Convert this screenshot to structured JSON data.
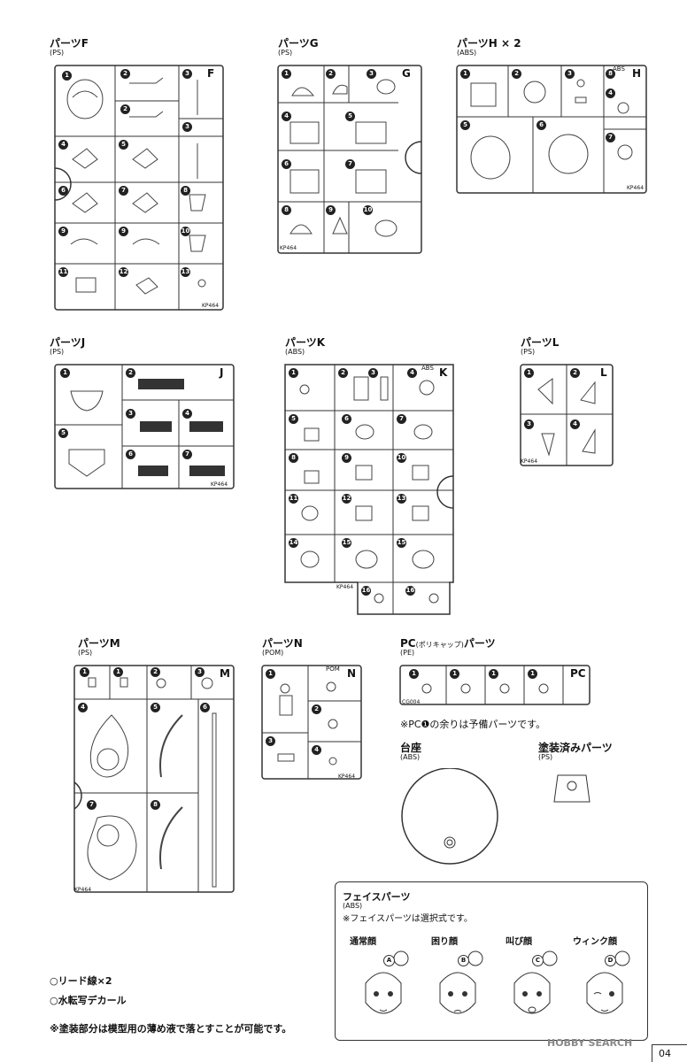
{
  "sprues": {
    "f": {
      "title": "パーツF",
      "material": "(PS)",
      "letter": "F",
      "code": "KP464",
      "nums": [
        "1",
        "2",
        "2",
        "3",
        "3",
        "4",
        "5",
        "6",
        "7",
        "8",
        "9",
        "9",
        "10",
        "11",
        "12",
        "13"
      ]
    },
    "g": {
      "title": "パーツG",
      "material": "(PS)",
      "letter": "G",
      "code": "KP464",
      "nums": [
        "1",
        "2",
        "3",
        "4",
        "5",
        "6",
        "7",
        "8",
        "9",
        "10"
      ]
    },
    "h": {
      "title": "パーツH × 2",
      "material": "(ABS)",
      "letter": "H",
      "mat_tag": "ABS",
      "code": "KP464",
      "nums": [
        "1",
        "2",
        "3",
        "4",
        "5",
        "6",
        "7",
        "8"
      ]
    },
    "j": {
      "title": "パーツJ",
      "material": "(PS)",
      "letter": "J",
      "code": "KP464",
      "nums": [
        "1",
        "2",
        "3",
        "4",
        "5",
        "6",
        "7"
      ]
    },
    "k": {
      "title": "パーツK",
      "material": "(ABS)",
      "letter": "K",
      "mat_tag": "ABS",
      "code": "KP464",
      "nums": [
        "1",
        "2",
        "3",
        "4",
        "5",
        "6",
        "7",
        "8",
        "9",
        "10",
        "11",
        "12",
        "13",
        "14",
        "15",
        "15",
        "16",
        "16"
      ]
    },
    "l": {
      "title": "パーツL",
      "material": "(PS)",
      "letter": "L",
      "code": "KP464",
      "nums": [
        "1",
        "2",
        "3",
        "4"
      ]
    },
    "m": {
      "title": "パーツM",
      "material": "(PS)",
      "letter": "M",
      "code": "KP464",
      "nums": [
        "1",
        "1",
        "2",
        "3",
        "4",
        "5",
        "6",
        "7",
        "8"
      ]
    },
    "n": {
      "title": "パーツN",
      "material": "(POM)",
      "letter": "N",
      "mat_tag": "POM",
      "code": "KP464",
      "nums": [
        "1",
        "2",
        "3",
        "4"
      ]
    },
    "pc": {
      "title": "PC",
      "title_small": "(ポリキャップ)",
      "title_end": "パーツ",
      "material": "(PE)",
      "letter": "PC",
      "code": "CG004",
      "nums": [
        "1",
        "1",
        "1",
        "1"
      ]
    }
  },
  "pc_note": "※PC❶の余りは予備パーツです。",
  "stand": {
    "title": "台座",
    "material": "(ABS)"
  },
  "painted": {
    "title": "塗装済みパーツ",
    "material": "(PS)"
  },
  "face": {
    "title": "フェイスパーツ",
    "material": "(ABS)",
    "note": "※フェイスパーツは選択式です。",
    "faces": [
      {
        "label": "通常顔",
        "letter": "A"
      },
      {
        "label": "困り顔",
        "letter": "B"
      },
      {
        "label": "叫び顔",
        "letter": "C"
      },
      {
        "label": "ウィンク顔",
        "letter": "D"
      }
    ]
  },
  "extras": [
    "○リード線×2",
    "○水転写デカール"
  ],
  "bottom_note": "※塗装部分は模型用の薄め液で落とすことが可能です。",
  "watermark": "HOBBY SEARCH",
  "page_number": "04"
}
